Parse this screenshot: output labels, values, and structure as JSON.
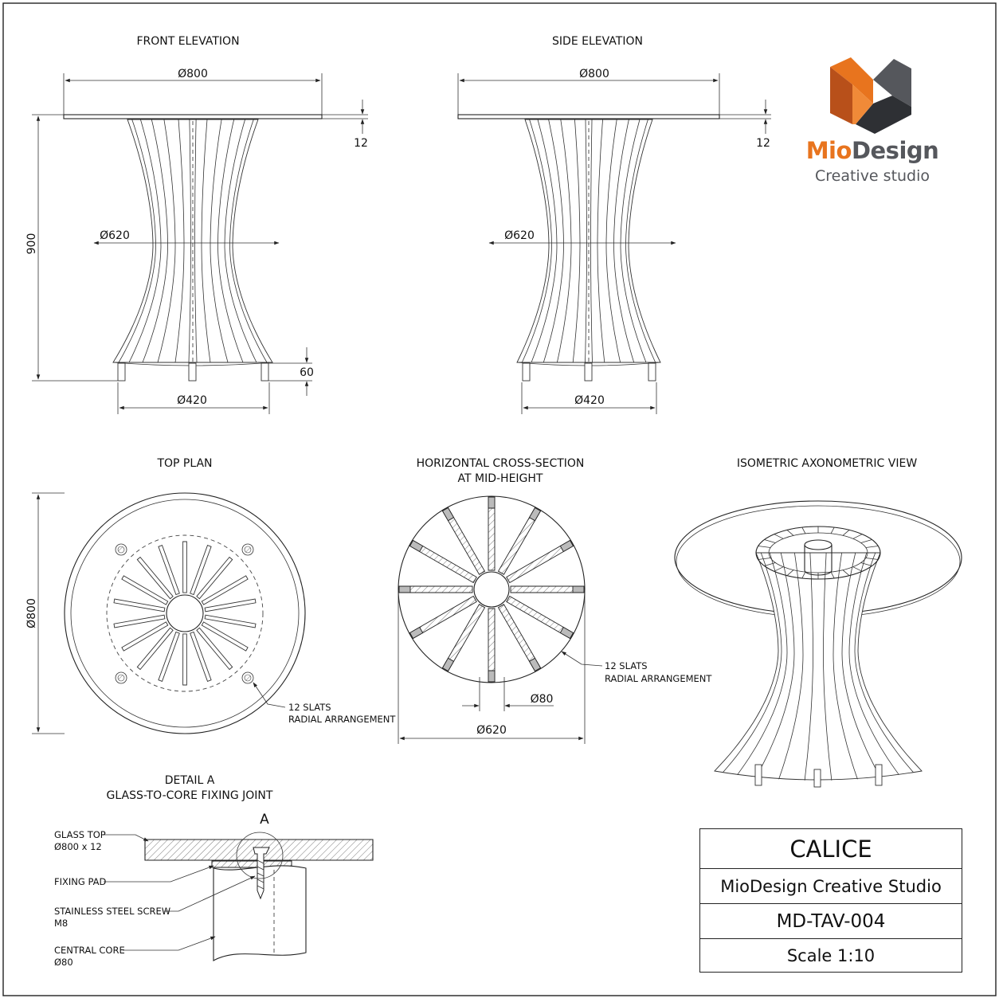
{
  "views": {
    "front_elevation": "FRONT ELEVATION",
    "side_elevation": "SIDE ELEVATION",
    "top_plan": "TOP PLAN",
    "cross_section_line1": "HORIZONTAL CROSS-SECTION",
    "cross_section_line2": "AT MID-HEIGHT",
    "isometric": "ISOMETRIC AXONOMETRIC VIEW",
    "detail_line1": "DETAIL A",
    "detail_line2": "GLASS-TO-CORE FIXING JOINT"
  },
  "dimensions": {
    "top_diameter": "Ø800",
    "glass_thickness": "12",
    "overall_height": "900",
    "waist_diameter": "Ø620",
    "feet_height": "60",
    "base_diameter": "Ø420",
    "core_diameter": "Ø80",
    "section_diameter": "Ø620",
    "plan_diameter": "Ø800"
  },
  "notes": {
    "slats_line1": "12 SLATS",
    "slats_line2": "RADIAL ARRANGEMENT",
    "detail_marker": "A",
    "glass_top_line1": "GLASS TOP",
    "glass_top_line2": "Ø800 x 12",
    "fixing_pad": "FIXING PAD",
    "screw_line1": "STAINLESS STEEL SCREW",
    "screw_line2": "M8",
    "core_line1": "CENTRAL CORE",
    "core_line2": "Ø80"
  },
  "slat_count": 12,
  "title_block": {
    "product": "CALICE",
    "studio": "MioDesign Creative Studio",
    "code": "MD-TAV-004",
    "scale": "Scale 1:10"
  },
  "logo": {
    "brand_part1": "Mio",
    "brand_part2": "Design",
    "tagline": "Creative studio",
    "colors": {
      "orange": "#e8741e",
      "orange_dark": "#b8501a",
      "grey": "#55575c",
      "grey_dark": "#2e3034"
    }
  }
}
